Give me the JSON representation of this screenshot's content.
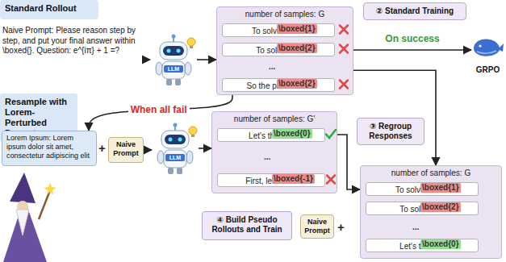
{
  "diagram": {
    "nodes": [
      {
        "text": [
          "Standard Rollout"
        ]
      },
      {
        "text": [
          "Naive Prompt: Please reason step by step, and put your final answer within \\boxed{}. Question: e^{iπ} + 1 =?"
        ]
      },
      {
        "text": [
          "LLM"
        ]
      },
      {
        "text": [
          "number of samples: G",
          "..."
        ]
      },
      {
        "text": [
          "To solve this....",
          "\\boxed{1}"
        ],
        "in": 3
      },
      {
        "text": [
          "To solve it....",
          "\\boxed{2}"
        ],
        "in": 3
      },
      {
        "text": [
          "So the problem....",
          "\\boxed{2}"
        ],
        "in": 3
      },
      {
        "text": [
          "② Standard Training"
        ]
      },
      {
        "text": [
          "GRPO"
        ]
      },
      {
        "text": [
          "Resample with Lorem-Perturbed Prompt"
        ]
      },
      {
        "text": [
          "Lorem Ipsum: Lorem ipsum dolor sit amet, consectetur adipiscing elit"
        ]
      },
      {
        "text": [
          "Naive Prompt"
        ]
      },
      {
        "text": [
          "LLM"
        ]
      },
      {
        "text": [
          "number of samples: G'",
          "..."
        ]
      },
      {
        "text": [
          "Let's think....",
          "\\boxed{0}"
        ],
        "in": 13
      },
      {
        "text": [
          "First, let me....",
          "\\boxed{-1}"
        ],
        "in": 13
      },
      {
        "text": [
          "③ Regroup Responses"
        ]
      },
      {
        "text": [
          "number of samples: G",
          "..."
        ]
      },
      {
        "text": [
          "To solve this....",
          "\\boxed{1}"
        ],
        "in": 17
      },
      {
        "text": [
          "To solve it....",
          "\\boxed{2}"
        ],
        "in": 17
      },
      {
        "text": [
          "Let's think....",
          "\\boxed{0}"
        ],
        "in": 17
      },
      {
        "text": [
          "④ Build Pseudo Rollouts and Train"
        ]
      },
      {
        "text": [
          "Naive Prompt"
        ]
      }
    ],
    "edges": [
      {
        "from": 1,
        "to": 2,
        "arrow": "to"
      },
      {
        "from": 2,
        "to": 3,
        "arrow": "to"
      },
      {
        "from": 3,
        "to": 8,
        "arrow": "to",
        "label": "On success"
      },
      {
        "from": 3,
        "to": 10,
        "arrow": "to",
        "label": "When all fail"
      },
      {
        "from": 11,
        "to": 12,
        "arrow": "to"
      },
      {
        "from": 12,
        "to": 13,
        "arrow": "to"
      },
      {
        "from": 3,
        "to": 17,
        "arrow": "to"
      },
      {
        "from": 13,
        "to": 17,
        "arrow": "to"
      }
    ],
    "labels": [
      "+",
      "+"
    ]
  }
}
